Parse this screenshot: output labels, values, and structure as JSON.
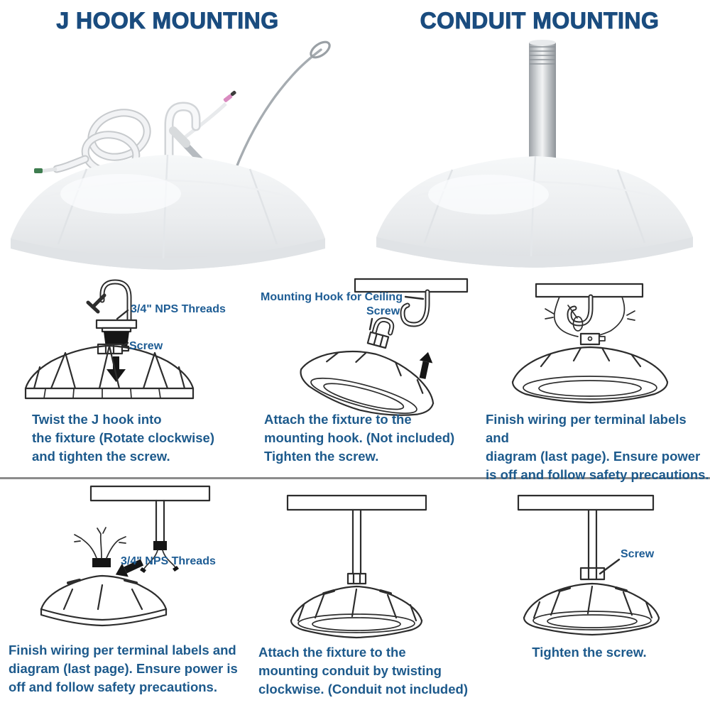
{
  "colors": {
    "title_blue": "#1a4c7f",
    "caption_blue": "#1d5a8c",
    "label_blue": "#1d5c94",
    "lineart": "#2d2d2d",
    "divider_gray": "#8c8c8c"
  },
  "headers": {
    "j_hook": "J HOOK MOUNTING",
    "conduit": "CONDUIT MOUNTING"
  },
  "products": {
    "left": "white UFO high bay fixture with J hook, coiled cord and safety cable",
    "right": "white UFO high bay fixture with threaded mounting conduit"
  },
  "row1": {
    "step1": {
      "label_threads": "3/4\" NPS Threads",
      "label_screw": "Screw",
      "caption": "Twist the J hook into\nthe fixture (Rotate clockwise)\nand tighten the screw."
    },
    "step2": {
      "label_hook": "Mounting Hook for Ceiling",
      "label_screw": "Screw",
      "caption": "Attach the fixture to the\nmounting hook. (Not included)\nTighten the screw."
    },
    "step3": {
      "caption": "Finish wiring per terminal labels and\ndiagram (last page). Ensure power\nis off and follow safety precautions."
    }
  },
  "row2": {
    "step1": {
      "label_threads": "3/4\" NPS Threads",
      "caption": "Finish wiring per terminal labels and\ndiagram (last page). Ensure power is\noff and follow safety precautions."
    },
    "step2": {
      "caption": "Attach the fixture to the\nmounting conduit by twisting\nclockwise. (Conduit not included)"
    },
    "step3": {
      "label_screw": "Screw",
      "caption": "Tighten the screw."
    }
  }
}
